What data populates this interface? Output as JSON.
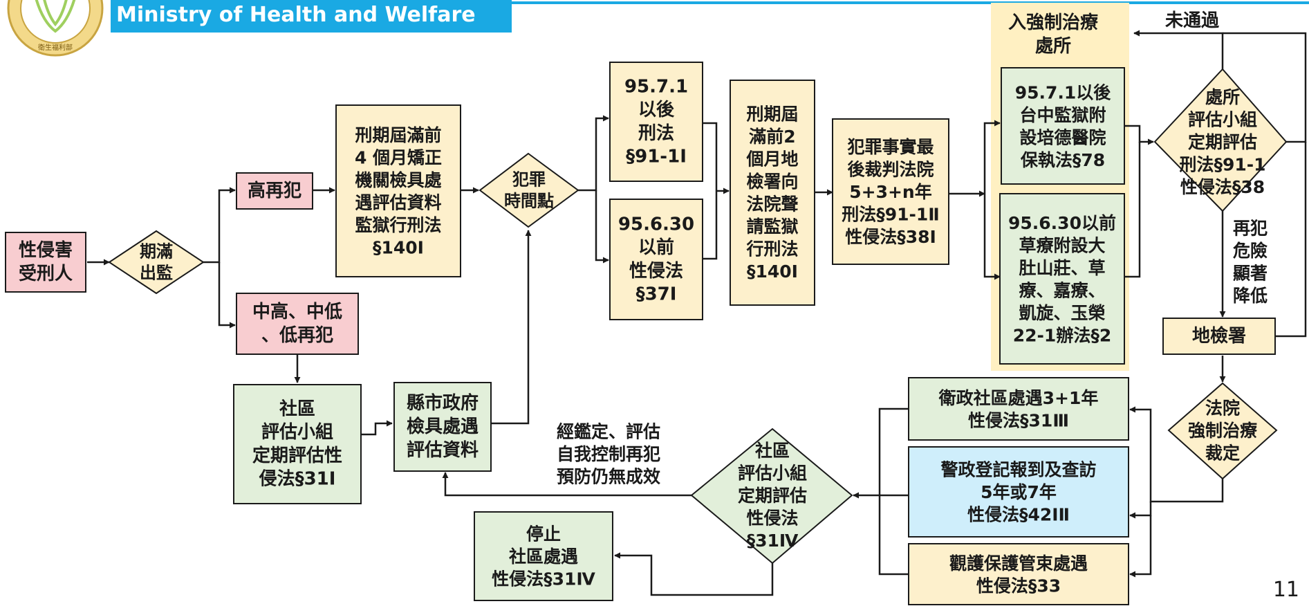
{
  "header": {
    "title": "Ministry of Health and Welfare",
    "logo_text": "衛生福利部"
  },
  "page_number": "11",
  "nodes": {
    "offender": {
      "lines": [
        "性侵害",
        "受刑人"
      ]
    },
    "release": {
      "lines": [
        "期滿",
        "出監"
      ]
    },
    "high_risk": {
      "lines": [
        "高再犯"
      ]
    },
    "mid_low_risk": {
      "lines": [
        "中高、中低",
        "、低再犯"
      ]
    },
    "community_panel_a": {
      "lines": [
        "社區",
        "評估小組",
        "定期評估性",
        "侵法§31Ⅰ"
      ]
    },
    "county_gov": {
      "lines": [
        "縣市政府",
        "檢具處遇",
        "評估資料"
      ]
    },
    "prison_assess": {
      "lines": [
        "刑期屆滿前",
        "4 個月矯正",
        "機關檢具處",
        "遇評估資料",
        "監獄行刑法",
        "§140Ⅰ"
      ]
    },
    "crime_time": {
      "lines": [
        "犯罪",
        "時間點"
      ]
    },
    "after_951": {
      "lines": [
        "95.7.1",
        "以後",
        "刑法",
        "§91-1Ⅰ"
      ]
    },
    "before_9630": {
      "lines": [
        "95.6.30",
        "以前",
        "性侵法",
        "§37Ⅰ"
      ]
    },
    "prosecutor_petition": {
      "lines": [
        "刑期屆",
        "滿前2",
        "個月地",
        "檢署向",
        "法院聲",
        "請監獄",
        "行刑法",
        "§140Ⅰ"
      ]
    },
    "final_court": {
      "lines": [
        "犯罪事實最",
        "後裁判法院",
        "5+3+n年",
        "刑法§91-1Ⅱ",
        "性侵法§38Ⅰ"
      ]
    },
    "facility_title": {
      "lines": [
        "入強制治療",
        "處所"
      ]
    },
    "taichung": {
      "lines": [
        "95.7.1以後",
        "台中監獄附",
        "設培德醫院",
        "保執法§78"
      ]
    },
    "caoliao": {
      "lines": [
        "95.6.30以前",
        "草療附設大",
        "肚山莊、草",
        "療、嘉療、",
        "凱旋、玉榮",
        "22-1辦法§2"
      ]
    },
    "facility_panel": {
      "lines": [
        "處所",
        "評估小組",
        "定期評估",
        "刑法§91-1",
        "性侵法§38"
      ]
    },
    "not_passed": {
      "lines": [
        "未通過"
      ]
    },
    "risk_reduced": {
      "lines": [
        "再犯",
        "危險",
        "顯著",
        "降低"
      ]
    },
    "district_prosecutor": {
      "lines": [
        "地檢署"
      ]
    },
    "court_ruling": {
      "lines": [
        "法院",
        "強制治療",
        "裁定"
      ]
    },
    "health_community": {
      "lines": [
        "衛政社區處遇3+1年",
        "性侵法§31Ⅲ"
      ]
    },
    "police_register": {
      "lines": [
        "警政登記報到及查訪",
        "5年或7年",
        "性侵法§42ⅠⅡ"
      ]
    },
    "probation": {
      "lines": [
        "觀護保護管束處遇",
        "性侵法§33"
      ]
    },
    "community_panel_b": {
      "lines": [
        "社區",
        "評估小組",
        "定期評估",
        "性侵法",
        "§31Ⅳ"
      ]
    },
    "ineffective_note": {
      "lines": [
        "經鑑定、評估",
        "自我控制再犯",
        "預防仍無成效"
      ]
    },
    "stop_community": {
      "lines": [
        "停止",
        "社區處遇",
        "性侵法§31Ⅳ"
      ]
    }
  },
  "colors": {
    "pink": "#f8cdd0",
    "cream": "#fdf0cc",
    "green": "#e2efda",
    "blue": "#cfeefb",
    "facility_bg": "#fff0c2",
    "brand": "#1aa9e3"
  }
}
